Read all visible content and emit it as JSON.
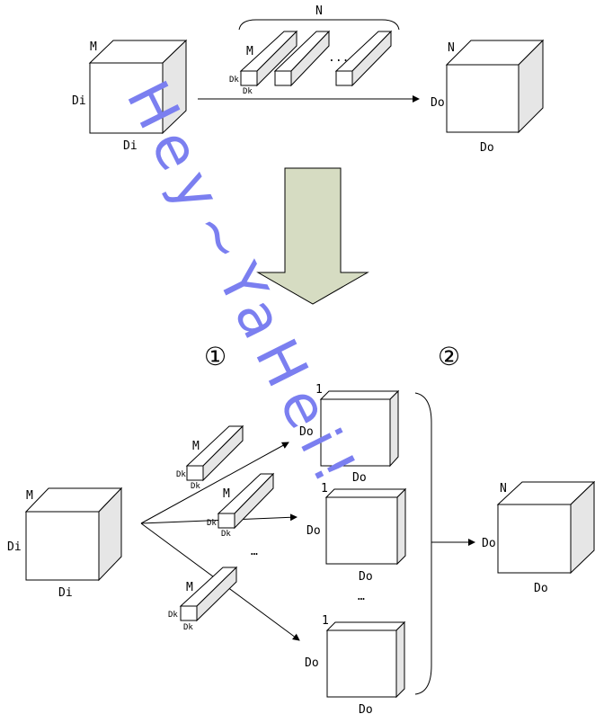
{
  "labels": {
    "m": "M",
    "n": "N",
    "one": "1",
    "di": "Di",
    "do": "Do",
    "dk": "Dk",
    "dots": "...",
    "dots_mid": "…",
    "step1": "①",
    "step2": "②"
  },
  "watermark": "Hey~YaHei!",
  "colors": {
    "arrow_fill": "#d6dcc2",
    "watermark": "#7b7ff0",
    "side_face": "#e6e6e6"
  }
}
